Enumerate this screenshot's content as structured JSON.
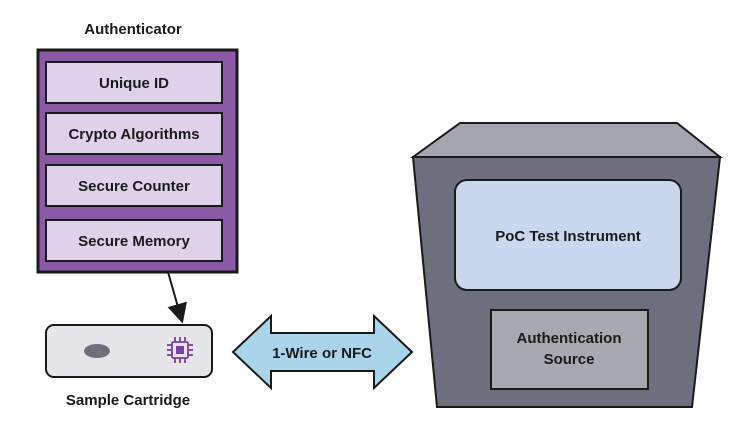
{
  "authenticator": {
    "title": "Authenticator",
    "items": [
      "Unique ID",
      "Crypto Algorithms",
      "Secure Counter",
      "Secure Memory"
    ]
  },
  "cartridge": {
    "label": "Sample Cartridge"
  },
  "link": {
    "label": "1-Wire or NFC"
  },
  "instrument": {
    "screen_label": "PoC Test Instrument",
    "source_label_line1": "Authentication",
    "source_label_line2": "Source"
  },
  "colors": {
    "authenticator_fill": "#8a5aa6",
    "authenticator_item_fill": "#e0d2ea",
    "cartridge_fill": "#e6e6ea",
    "chip_color": "#7a3fa0",
    "arrow_fill": "#a9d4ea",
    "instrument_front": "#6e6f7e",
    "instrument_top": "#a4a5b0",
    "instrument_screen": "#cad8ef",
    "source_fill": "#a8a8b0"
  },
  "icons": [
    "chip-icon",
    "slot-icon"
  ]
}
